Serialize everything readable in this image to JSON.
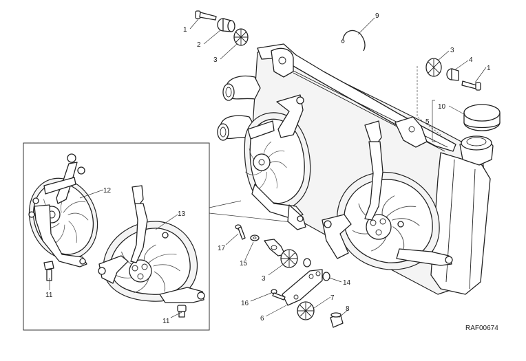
{
  "diagram": {
    "reference_code": "RAF00674",
    "callouts": [
      "1",
      "2",
      "3",
      "9",
      "3",
      "4",
      "1",
      "10",
      "5",
      "12",
      "13",
      "11",
      "11",
      "17",
      "15",
      "3",
      "14",
      "16",
      "7",
      "6",
      "8"
    ]
  }
}
